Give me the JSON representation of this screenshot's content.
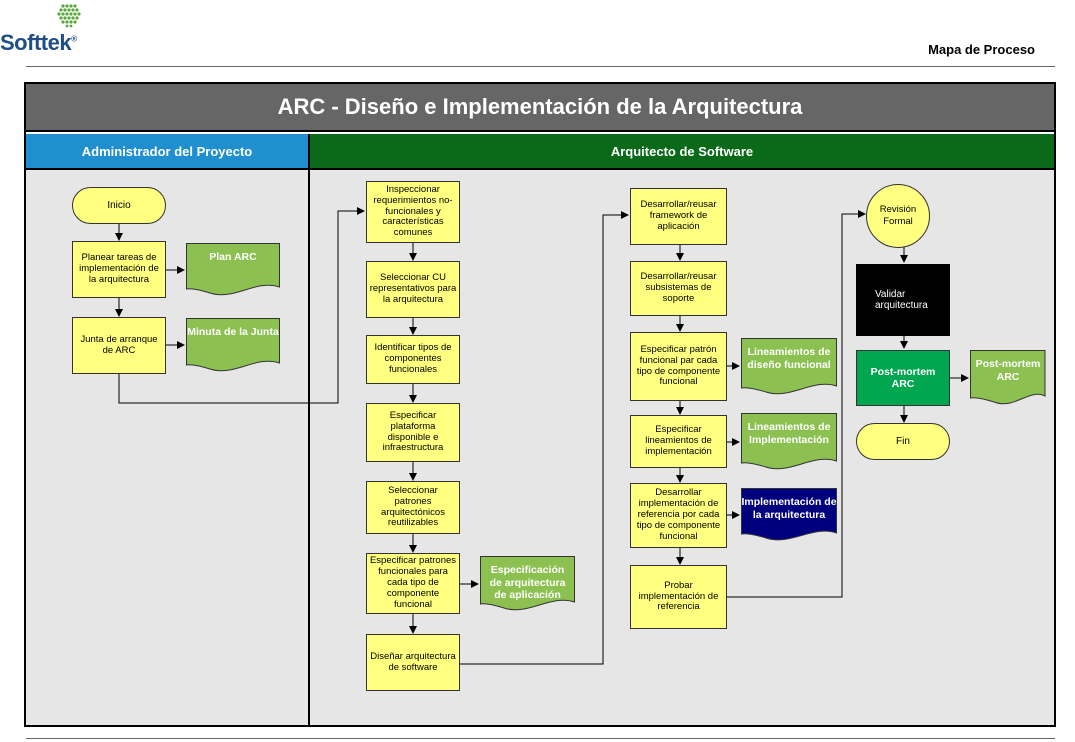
{
  "header": {
    "brand": "Softtek",
    "brand_mark": "®",
    "page_label": "Mapa de Proceso"
  },
  "title": "ARC - Diseño e Implementación de la Arquitectura",
  "lanes": {
    "admin": "Administrador del Proyecto",
    "arch": "Arquitecto de Software"
  },
  "admin": {
    "start": "Inicio",
    "plan_tasks": "Planear tareas de implementación de la arquitectura",
    "kickoff": "Junta de arranque de ARC",
    "doc_plan": "Plan ARC",
    "doc_minutes": "Minuta de la Junta"
  },
  "col1": {
    "s1": "Inspeccionar requerimientos no-funcionales y características comunes",
    "s2": "Seleccionar CU representativos para la arquitectura",
    "s3": "Identificar tipos de componentes funcionales",
    "s4": "Especificar plataforma disponible e infraestructura",
    "s5": "Seleccionar patrones arquitectónicos reutilizables",
    "s6": "Especificar patrones funcionales para cada tipo de componente funcional",
    "s7": "Diseñar arquitectura de software",
    "doc": "Especificación de arquitectura de aplicación"
  },
  "col2": {
    "s1": "Desarrollar/reusar framework de aplicación",
    "s2": "Desarrollar/reusar subsistemas de soporte",
    "s3": "Especificar patrón funcional par cada tipo de componente funcional",
    "s4": "Especificar lineamientos de implementación",
    "s5": "Desarrollar implementación de referencia por cada tipo de componente funcional",
    "s6": "Probar implementación de referencia",
    "doc3": "Lineamientos de diseño funcional",
    "doc4": "Lineamientos de Implementación",
    "doc5": "Implementación de la arquitectura"
  },
  "col3": {
    "review": "Revisión Formal",
    "validate": "Validar arquitectura",
    "postmortem": "Post-mortem ARC",
    "doc": "Post-mortem ARC",
    "end": "Fin"
  },
  "colors": {
    "title_bg": "#666666",
    "admin_lane": "#1f8fd0",
    "arch_lane": "#0a6a1a",
    "activity": "#ffff80",
    "doc_green": "#8cc152",
    "doc_navy": "#00007f",
    "validate": "#000000",
    "postmortem": "#00a650"
  }
}
